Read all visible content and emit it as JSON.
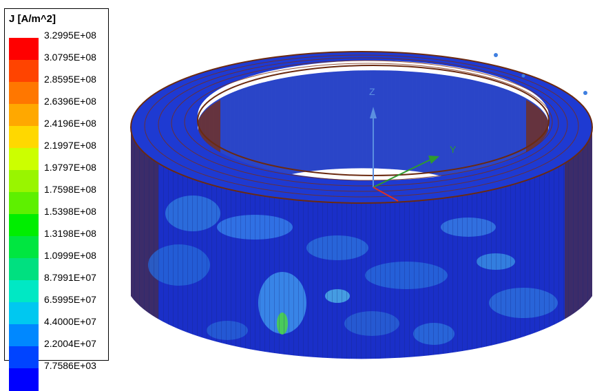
{
  "legend": {
    "title": "J [A/m^2]",
    "levels": [
      {
        "label": "3.2995E+08",
        "color": "#ff0000"
      },
      {
        "label": "3.0795E+08",
        "color": "#ff4400"
      },
      {
        "label": "2.8595E+08",
        "color": "#ff7700"
      },
      {
        "label": "2.6396E+08",
        "color": "#ffa800"
      },
      {
        "label": "2.4196E+08",
        "color": "#ffd800"
      },
      {
        "label": "2.1997E+08",
        "color": "#ccff00"
      },
      {
        "label": "1.9797E+08",
        "color": "#99f500"
      },
      {
        "label": "1.7598E+08",
        "color": "#5ef000"
      },
      {
        "label": "1.5398E+08",
        "color": "#00ee00"
      },
      {
        "label": "1.3198E+08",
        "color": "#00e640"
      },
      {
        "label": "1.0999E+08",
        "color": "#00e080"
      },
      {
        "label": "8.7991E+07",
        "color": "#00e8c4"
      },
      {
        "label": "6.5995E+07",
        "color": "#00c8f0"
      },
      {
        "label": "4.4000E+07",
        "color": "#0088ff"
      },
      {
        "label": "2.2004E+07",
        "color": "#0044ff"
      },
      {
        "label": "7.7586E+03",
        "color": "#0000ff"
      }
    ]
  },
  "axes": {
    "z_label": "Z",
    "y_label": "Y",
    "z_color": "#5b8fe0",
    "y_color": "#2f9a2f",
    "x_color": "#e03020"
  },
  "model": {
    "top_color": "#1f3fd0",
    "outer_color": "#1a34c8",
    "inner_wall_color": "#7a2d10",
    "edge_color": "#6b2a10"
  }
}
